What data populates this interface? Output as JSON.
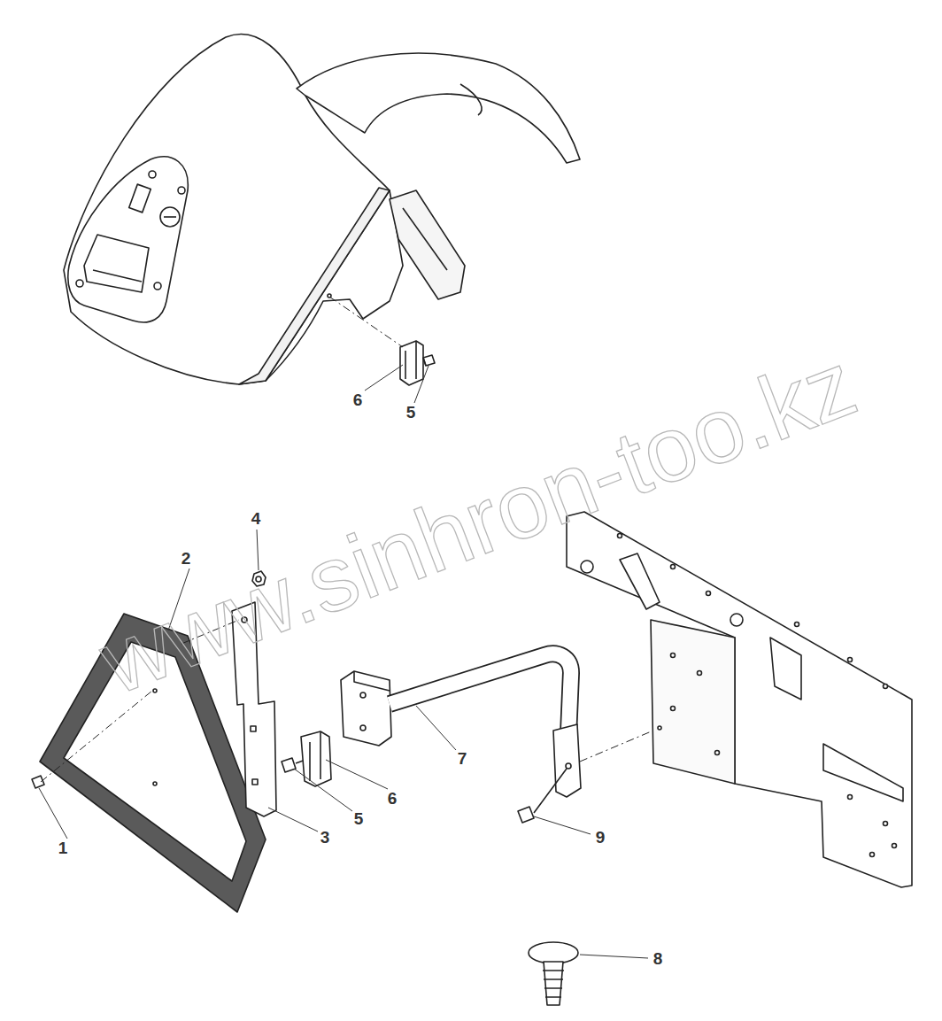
{
  "diagram": {
    "labels": [
      "6",
      "5",
      "4",
      "2",
      "7",
      "6",
      "5",
      "3",
      "9",
      "1",
      "8",
      "www.sinhron-too.kz"
    ]
  }
}
